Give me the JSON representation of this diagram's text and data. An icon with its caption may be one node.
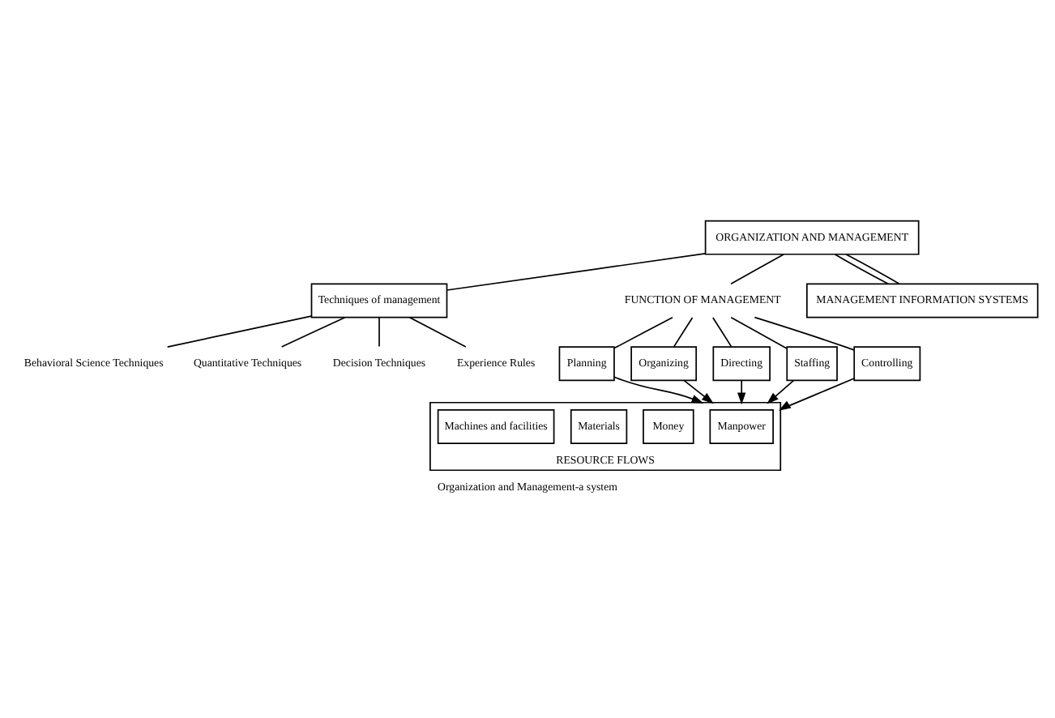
{
  "diagram": {
    "caption": "Organization and Management-a system",
    "nodes": [
      {
        "text": [
          "ORGANIZATION AND MANAGEMENT"
        ]
      },
      {
        "text": [
          "Techniques of management"
        ]
      },
      {
        "text": [
          "Behavioral Science Techniques"
        ]
      },
      {
        "text": [
          "Quantitative Techniques"
        ]
      },
      {
        "text": [
          "Decision Techniques"
        ]
      },
      {
        "text": [
          "Experience Rules"
        ]
      },
      {
        "text": [
          "FUNCTION OF MANAGEMENT"
        ]
      },
      {
        "text": [
          "Planning"
        ]
      },
      {
        "text": [
          "Organizing"
        ]
      },
      {
        "text": [
          "Directing"
        ]
      },
      {
        "text": [
          "Staffing"
        ]
      },
      {
        "text": [
          "Controlling"
        ]
      },
      {
        "text": [
          "RESOURCE FLOWS"
        ]
      },
      {
        "text": [
          "Manpower"
        ],
        "in": 12
      },
      {
        "text": [
          "Money"
        ],
        "in": 12
      },
      {
        "text": [
          "Materials"
        ],
        "in": 12
      },
      {
        "text": [
          "Machines and facilities"
        ],
        "in": 12
      },
      {
        "text": [
          "MANAGEMENT INFORMATION SYSTEMS"
        ]
      }
    ],
    "edges": [
      {
        "from": 0,
        "to": 6,
        "arrow": "none"
      },
      {
        "from": 0,
        "to": 1,
        "arrow": "none"
      },
      {
        "from": 1,
        "to": 2,
        "arrow": "none"
      },
      {
        "from": 1,
        "to": 3,
        "arrow": "none"
      },
      {
        "from": 1,
        "to": 4,
        "arrow": "none"
      },
      {
        "from": 1,
        "to": 5,
        "arrow": "none"
      },
      {
        "from": 6,
        "to": 7,
        "arrow": "none"
      },
      {
        "from": 6,
        "to": 8,
        "arrow": "none"
      },
      {
        "from": 6,
        "to": 9,
        "arrow": "none"
      },
      {
        "from": 6,
        "to": 10,
        "arrow": "none"
      },
      {
        "from": 6,
        "to": 11,
        "arrow": "none"
      },
      {
        "from": 7,
        "to": 12,
        "arrow": "to"
      },
      {
        "from": 8,
        "to": 12,
        "arrow": "to"
      },
      {
        "from": 9,
        "to": 12,
        "arrow": "to"
      },
      {
        "from": 10,
        "to": 12,
        "arrow": "to"
      },
      {
        "from": 11,
        "to": 12,
        "arrow": "to"
      },
      {
        "from": 0,
        "to": 17,
        "arrow": "none"
      },
      {
        "from": 0,
        "to": 17,
        "arrow": "none"
      }
    ]
  }
}
